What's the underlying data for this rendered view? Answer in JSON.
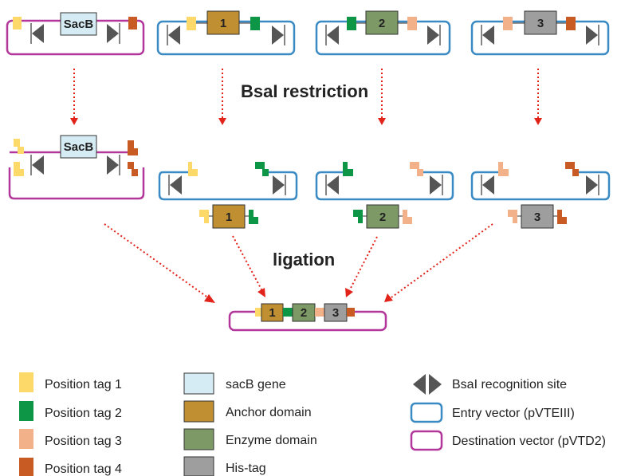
{
  "steps": {
    "restriction": "BsaI restriction",
    "ligation": "ligation"
  },
  "modules": {
    "sacb": "SacB",
    "m1": "1",
    "m2": "2",
    "m3": "3"
  },
  "legend": {
    "tag1": "Position tag 1",
    "tag2": "Position tag 2",
    "tag3": "Position tag 3",
    "tag4": "Position tag 4",
    "sacb_gene": "sacB gene",
    "anchor": "Anchor domain",
    "enzyme": "Enzyme domain",
    "histag": "His-tag",
    "bsai_site": "BsaI recognition site",
    "entry_vector": "Entry vector (pVTEIII)",
    "destination_vector": "Destination vector (pVTD2)"
  },
  "colors": {
    "tag1": "#fdd96a",
    "tag2": "#0e9647",
    "tag3": "#f3b18a",
    "tag4": "#c85a24",
    "sacb": "#d6ecf4",
    "anchor": "#bf8f32",
    "enzyme": "#7d9a66",
    "histag": "#9e9e9e",
    "entry": "#3a8ac4",
    "destination": "#b3369a",
    "arrow": "#e2231a",
    "triangle": "#555555"
  }
}
